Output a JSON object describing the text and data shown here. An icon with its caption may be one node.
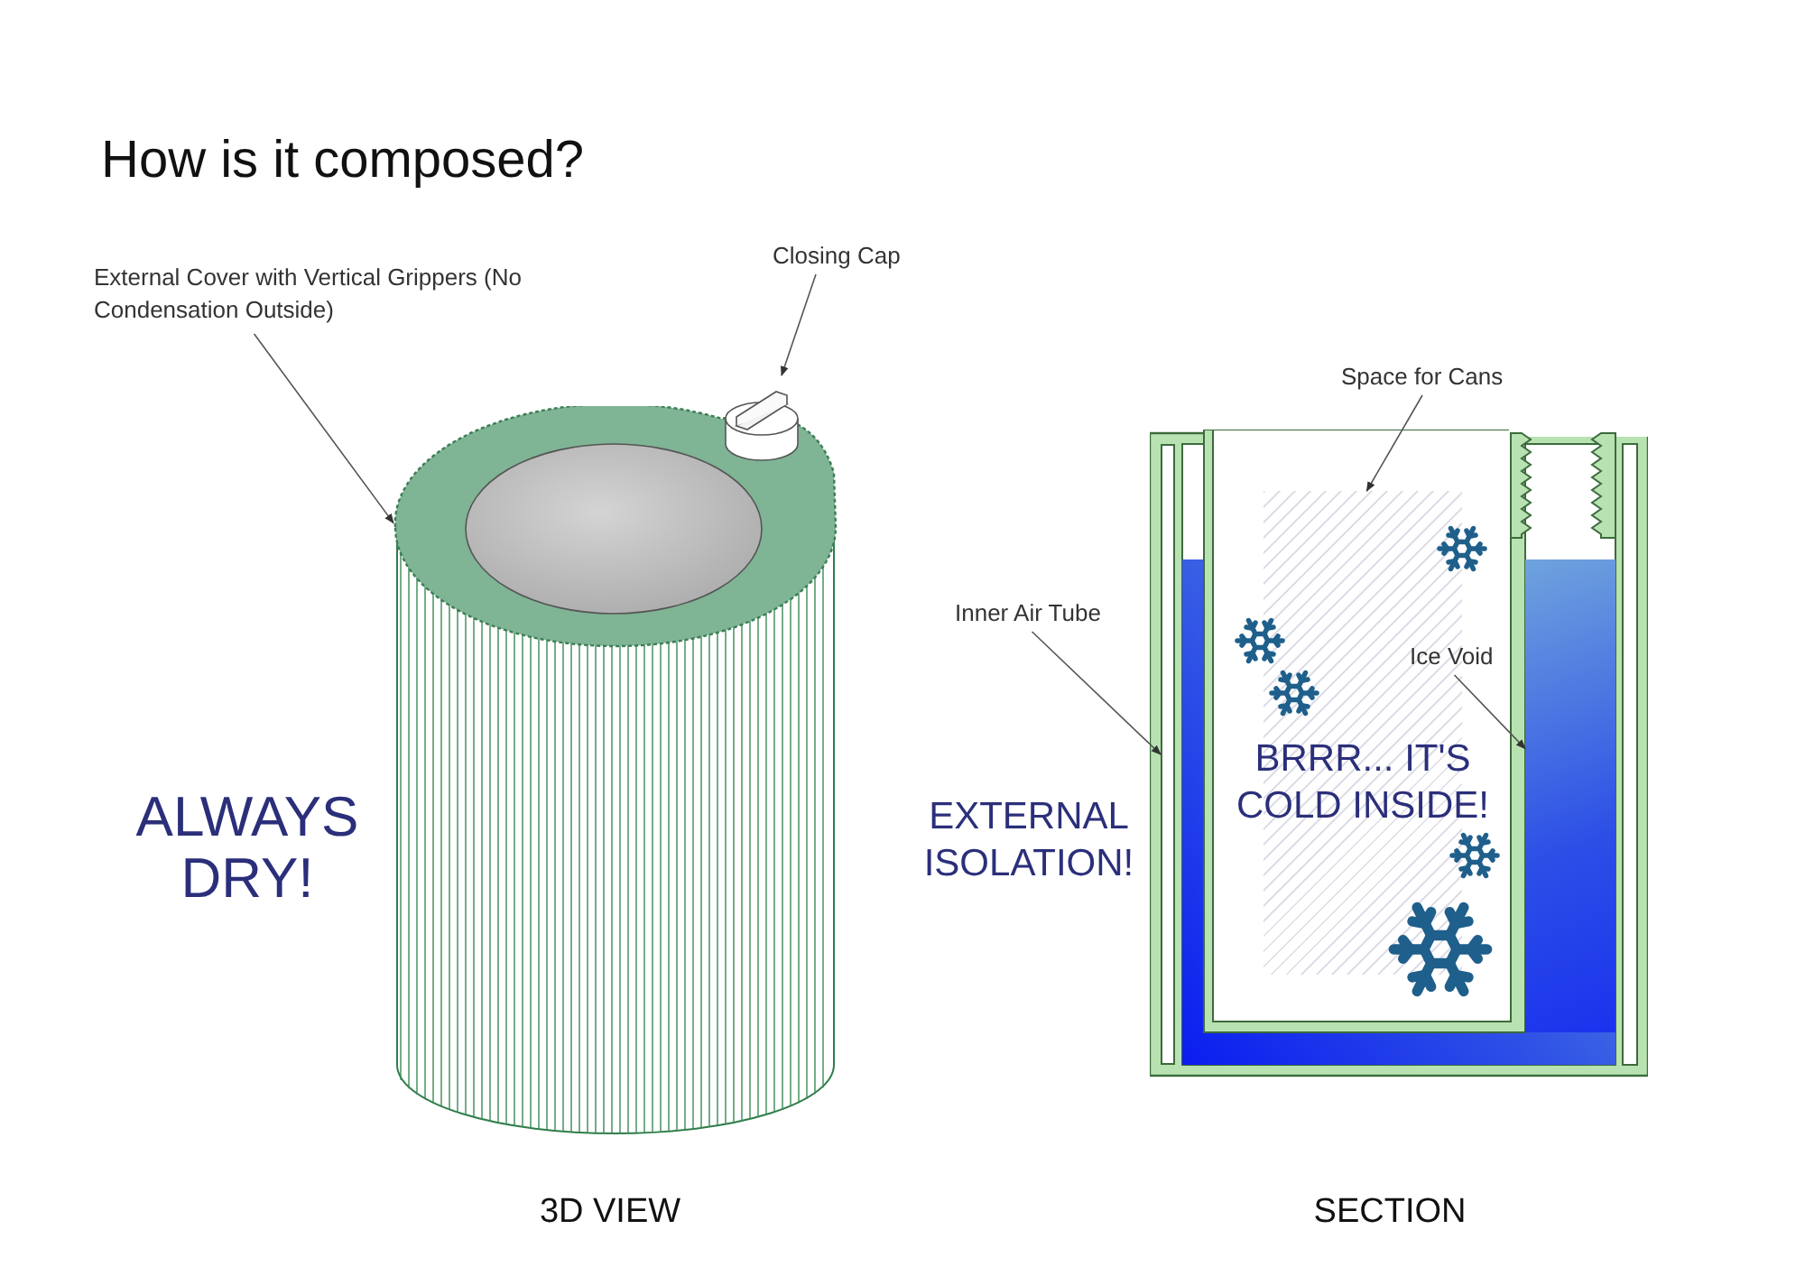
{
  "diagram": {
    "title": "How is it composed?",
    "nodes": [
      {
        "text": [
          "External Cover with Vertical Grippers (No Condensation Outside)"
        ]
      },
      {
        "text": [],
        "shape": "picture"
      },
      {
        "text": [
          "Closing Cap"
        ]
      },
      {
        "text": [],
        "shape": "cylinder"
      },
      {
        "text": [
          "Inner Air Tube"
        ]
      },
      {
        "text": [],
        "shape": "box"
      },
      {
        "text": [
          "Space for Cans"
        ]
      },
      {
        "text": [],
        "shape": "box"
      },
      {
        "text": [
          "Ice Void"
        ]
      },
      {
        "text": [],
        "shape": "box"
      }
    ],
    "edges": [
      {
        "from": 0,
        "to": 1,
        "arrow": "to"
      },
      {
        "from": 2,
        "to": 3,
        "arrow": "to"
      },
      {
        "from": 6,
        "to": 7,
        "arrow": "to"
      },
      {
        "from": 4,
        "to": 5,
        "arrow": "to"
      },
      {
        "from": 8,
        "to": 9,
        "arrow": "to"
      }
    ],
    "labels": [
      "ALWAYS DRY!",
      "EXTERNAL ISOLATION!",
      "BRRR... IT'S COLD INSIDE!",
      "3D VIEW",
      "SECTION"
    ]
  }
}
